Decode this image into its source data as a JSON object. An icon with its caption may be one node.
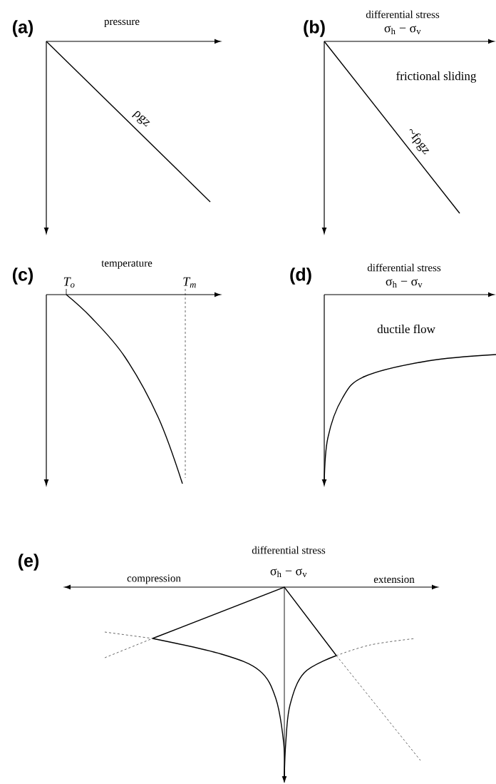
{
  "diagram": {
    "labels": [
      "(a)",
      "pressure",
      "(b)",
      "differential stress",
      "σ$_{h}$ − σ$_{v}$",
      "frictional sliding",
      "ρgz",
      "~fρgz",
      "temperature",
      "(c)",
      "(d)",
      "differential stress",
      "σ$_{h}$ − σ$_{v}$",
      "T$_{o}$",
      "T$_{m}$",
      "ductile flow",
      "(e)",
      "differential stress",
      "σ$_{h}$ − σ$_{v}$",
      "compression",
      "extension"
    ]
  }
}
